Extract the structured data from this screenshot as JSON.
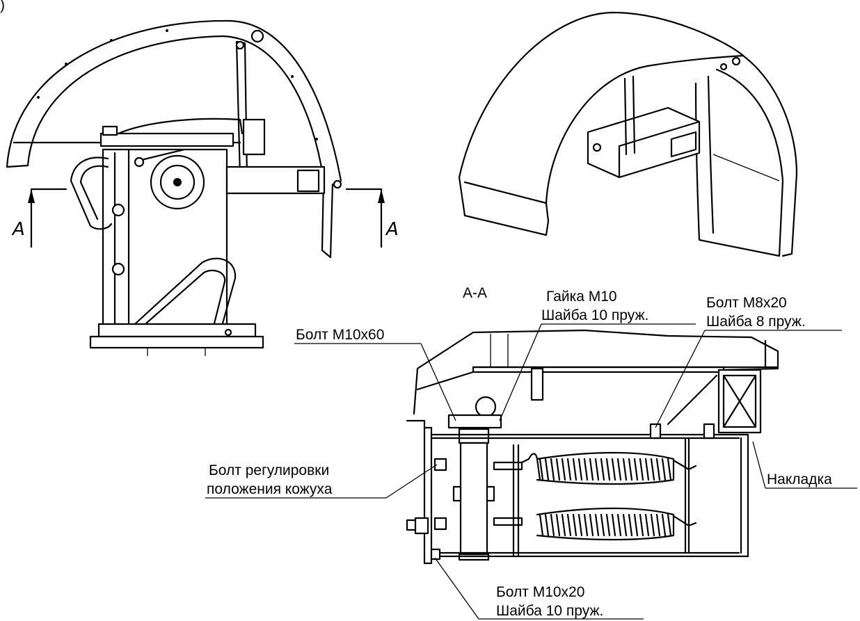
{
  "figure_marker": ")",
  "section_marks": {
    "left_letter": "А",
    "right_letter": "А"
  },
  "section_title": "А-А",
  "callouts": {
    "nut_m10": "Гайка М10",
    "washer_10_top": "Шайба 10 пруж.",
    "bolt_m8x20": "Болт М8х20",
    "washer_8": "Шайба 8 пруж.",
    "bolt_m10x60": "Болт М10х60",
    "adjust_bolt_line1": "Болт регулировки",
    "adjust_bolt_line2": "положения кожуха",
    "overlay_plate": "Накладка",
    "bolt_m10x20": "Болт М10х20",
    "washer_10_bottom": "Шайба 10 пруж."
  }
}
